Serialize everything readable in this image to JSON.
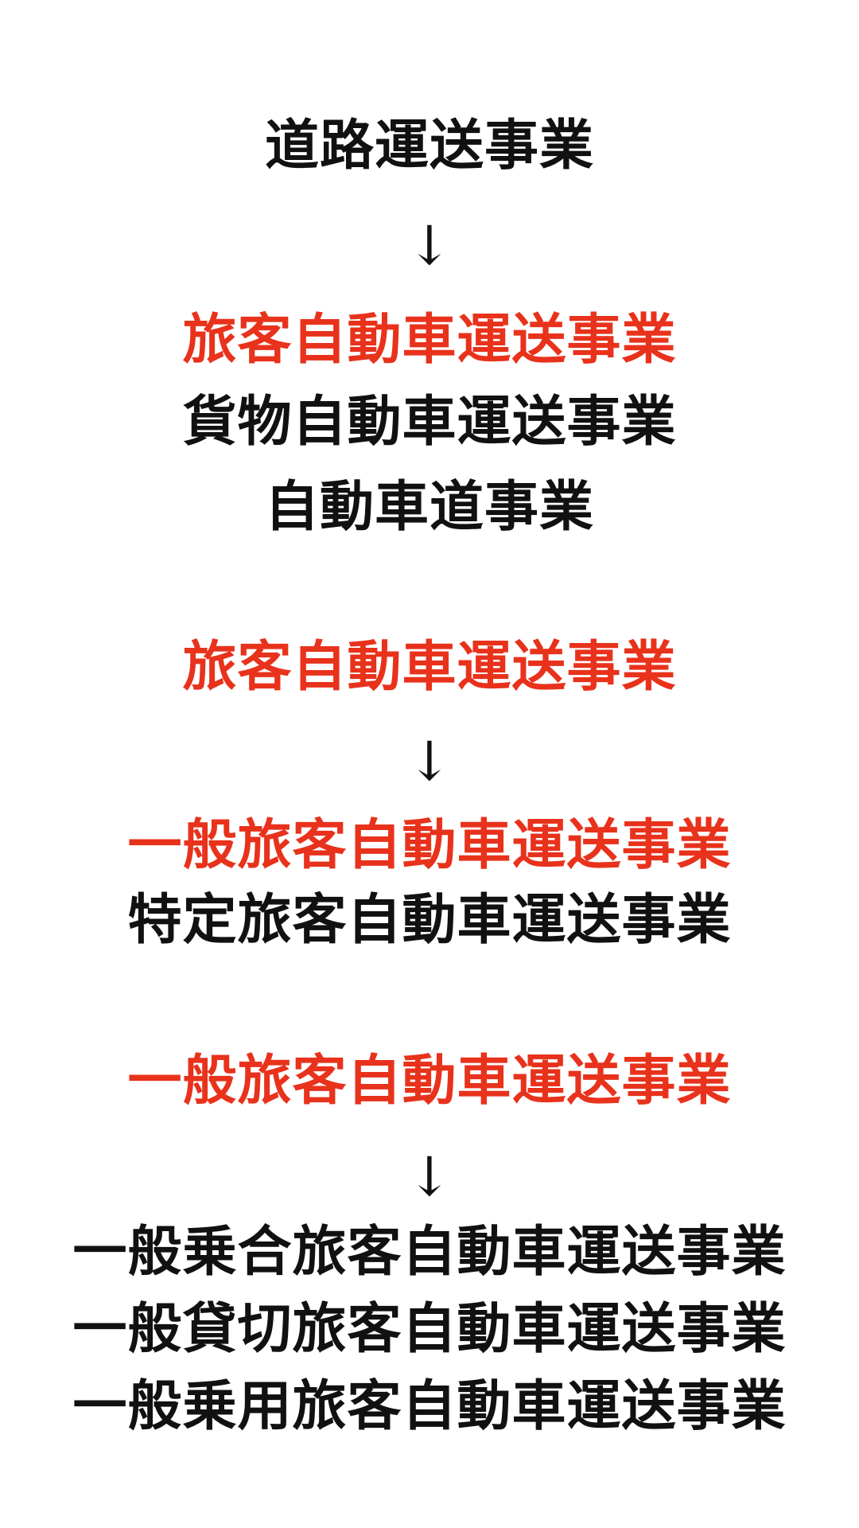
{
  "colors": {
    "highlight": "#e8321c",
    "text": "#111111",
    "background": "#ffffff"
  },
  "arrow_symbol": "↓",
  "section1": {
    "parent": "道路運送事業",
    "children": [
      "旅客自動車運送事業",
      "貨物自動車運送事業",
      "自動車道事業"
    ]
  },
  "section2": {
    "parent": "旅客自動車運送事業",
    "children": [
      "一般旅客自動車運送事業",
      "特定旅客自動車運送事業"
    ]
  },
  "section3": {
    "parent": "一般旅客自動車運送事業",
    "children": [
      "一般乗合旅客自動車運送事業",
      "一般貸切旅客自動車運送事業",
      "一般乗用旅客自動車運送事業"
    ]
  }
}
